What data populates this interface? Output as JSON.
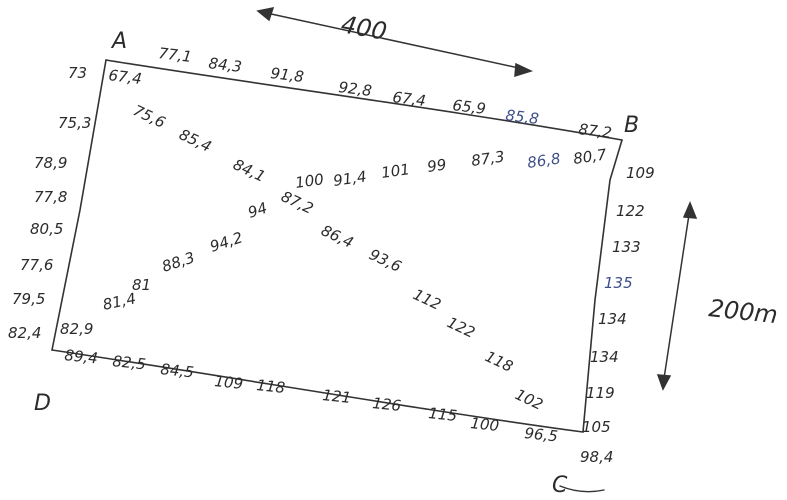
{
  "corners": {
    "a": "A",
    "b": "B",
    "c": "C",
    "d": "D"
  },
  "dimensions": {
    "width_label": "400",
    "height_label": "200m"
  },
  "top_edge": [
    "67,4",
    "77,1",
    "84,3",
    "91,8",
    "92,8",
    "67,4",
    "65,9",
    "85,8",
    "87,2"
  ],
  "left_edge": [
    "73",
    "75,3",
    "78,9",
    "77,8",
    "80,5",
    "77,6",
    "79,5",
    "82,4"
  ],
  "right_edge": [
    "109",
    "122",
    "133",
    "135",
    "134",
    "134",
    "119",
    "105",
    "98,4"
  ],
  "bottom_edge": [
    "82,9",
    "89,4",
    "82,5",
    "84,5",
    "109",
    "118",
    "121",
    "126",
    "115",
    "100",
    "96,5"
  ],
  "diagonal_db": [
    "81,4",
    "81",
    "88,3",
    "94,2",
    "94",
    "100",
    "91,4",
    "101",
    "99",
    "87,3",
    "86,8",
    "80,7"
  ],
  "diagonal_ac": [
    "75,6",
    "85,4",
    "84,1",
    "87,2",
    "86,4",
    "93,6",
    "112",
    "122",
    "118",
    "102"
  ]
}
